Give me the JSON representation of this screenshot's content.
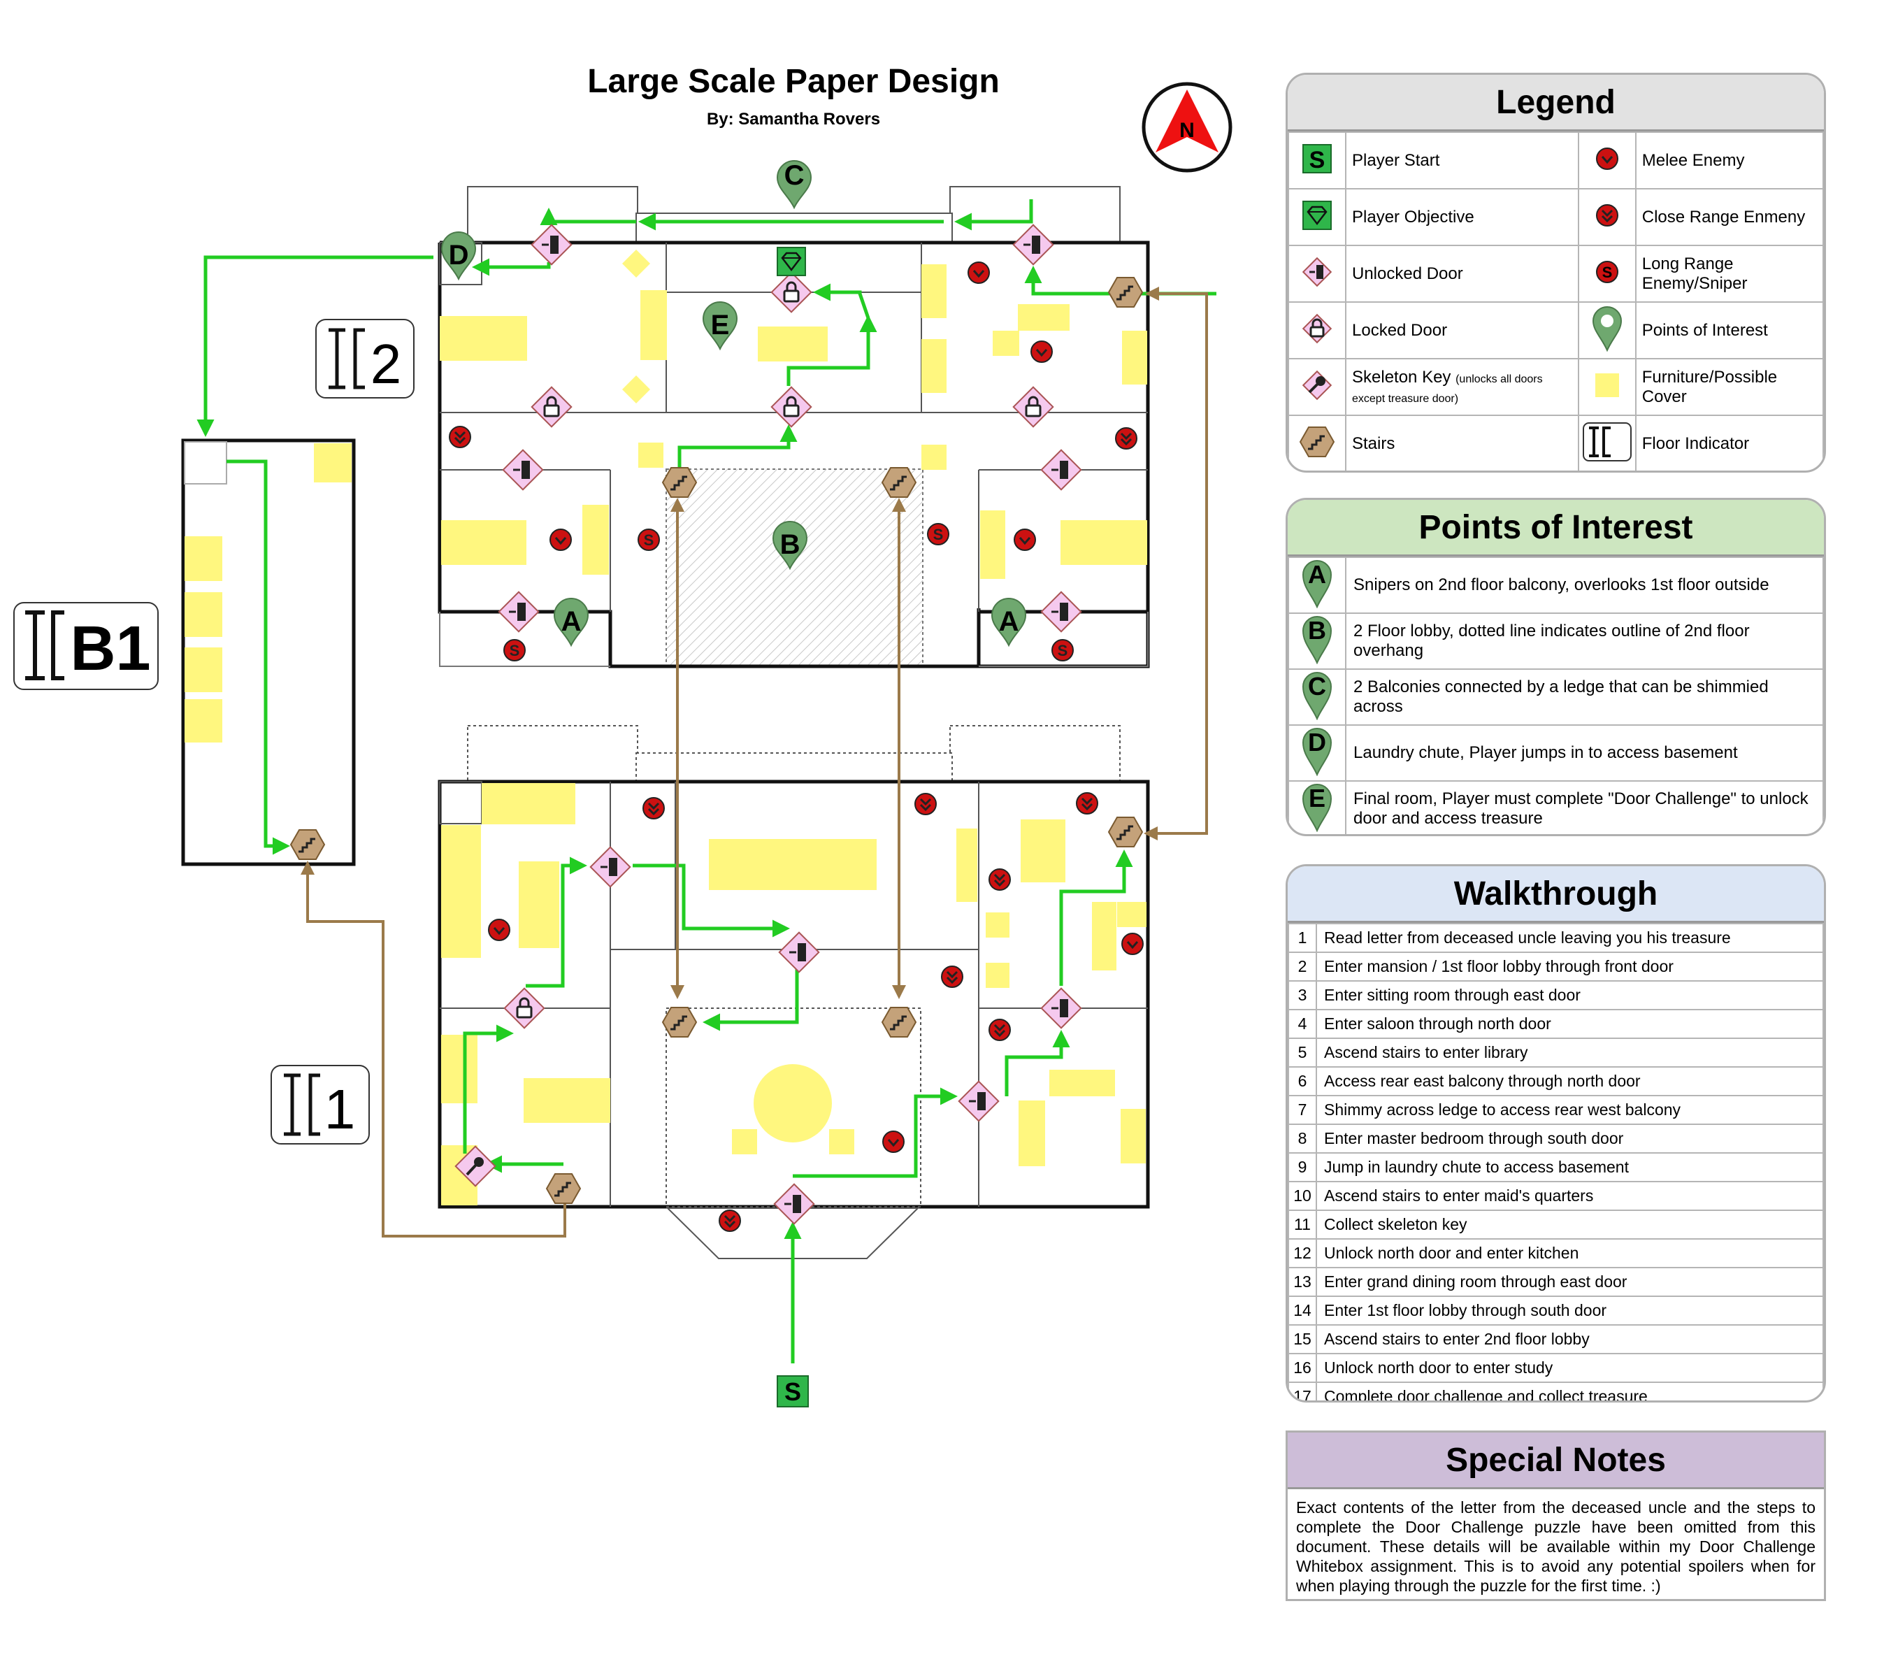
{
  "title": "Large Scale Paper Design",
  "author": "By: Samantha Rovers",
  "compass_label": "N",
  "floors": {
    "upper": "2",
    "basement": "B1",
    "ground": "1"
  },
  "markers": {
    "start": "S",
    "poi_a": "A",
    "poi_b": "B",
    "poi_c": "C",
    "poi_d": "D",
    "poi_e": "E"
  },
  "colors": {
    "path_green": "#22cc22",
    "stairs_brown": "#9b7a4a",
    "enemy_red": "#cc1111",
    "door_pink": "#f5c9ee",
    "furniture_yellow": "#fff77f",
    "legend_head": "#e2e2e2",
    "poi_head": "#cde6c0",
    "walkthrough_head": "#dce6f5",
    "notes_head": "#cdbdd8"
  },
  "legend": {
    "title": "Legend",
    "rows": [
      {
        "left_icon": "player-start-icon",
        "left": "Player Start",
        "right_icon": "melee-enemy-icon",
        "right": "Melee Enemy"
      },
      {
        "left_icon": "player-objective-icon",
        "left": "Player Objective",
        "right_icon": "close-range-enemy-icon",
        "right": "Close Range Enmeny"
      },
      {
        "left_icon": "unlocked-door-icon",
        "left": "Unlocked Door",
        "right_icon": "sniper-enemy-icon",
        "right": "Long Range Enemy/Sniper"
      },
      {
        "left_icon": "locked-door-icon",
        "left": "Locked Door",
        "right_icon": "point-of-interest-icon",
        "right": "Points of Interest"
      },
      {
        "left_icon": "skeleton-key-icon",
        "left": "Skeleton Key",
        "left_small": "(unlocks all doors except treasure door)",
        "right_icon": "furniture-icon",
        "right": "Furniture/Possible Cover"
      },
      {
        "left_icon": "stairs-icon",
        "left": "Stairs",
        "right_icon": "floor-indicator-icon",
        "right": "Floor Indicator"
      }
    ]
  },
  "poi": {
    "title": "Points of Interest",
    "items": [
      {
        "letter": "A",
        "text": "Snipers on 2nd floor balcony, overlooks 1st floor outside"
      },
      {
        "letter": "B",
        "text": "2 Floor lobby, dotted line indicates outline of 2nd floor overhang"
      },
      {
        "letter": "C",
        "text": "2 Balconies connected by a ledge that can be shimmied across"
      },
      {
        "letter": "D",
        "text": "Laundry chute, Player jumps in to access basement"
      },
      {
        "letter": "E",
        "text": "Final room, Player must complete \"Door Challenge\" to unlock door and access treasure"
      }
    ]
  },
  "walkthrough": {
    "title": "Walkthrough",
    "steps": [
      {
        "n": "1",
        "text": "Read letter from deceased uncle leaving you his treasure"
      },
      {
        "n": "2",
        "text": "Enter mansion / 1st floor lobby through front door"
      },
      {
        "n": "3",
        "text": "Enter sitting room through east door"
      },
      {
        "n": "4",
        "text": "Enter saloon through north door"
      },
      {
        "n": "5",
        "text": "Ascend stairs to enter library"
      },
      {
        "n": "6",
        "text": "Access rear east balcony through north door"
      },
      {
        "n": "7",
        "text": "Shimmy across ledge to access rear west balcony"
      },
      {
        "n": "8",
        "text": "Enter master bedroom through south door"
      },
      {
        "n": "9",
        "text": "Jump in laundry chute to access basement"
      },
      {
        "n": "10",
        "text": "Ascend stairs to enter maid's quarters"
      },
      {
        "n": "11",
        "text": "Collect skeleton key"
      },
      {
        "n": "12",
        "text": "Unlock north door and enter kitchen"
      },
      {
        "n": "13",
        "text": "Enter grand dining room through east door"
      },
      {
        "n": "14",
        "text": "Enter 1st floor lobby through south door"
      },
      {
        "n": "15",
        "text": "Ascend stairs to enter 2nd floor lobby"
      },
      {
        "n": "16",
        "text": "Unlock north door to enter study"
      },
      {
        "n": "17",
        "text": "Complete door challenge and collect treasure"
      }
    ]
  },
  "notes": {
    "title": "Special Notes",
    "body": "Exact contents of the letter from the deceased uncle and the steps to complete the Door Challenge puzzle have been omitted from this document.  These details will be available within my Door Challenge Whitebox assignment. This is to avoid any potential spoilers when for when playing through the puzzle for the first time. :)"
  }
}
